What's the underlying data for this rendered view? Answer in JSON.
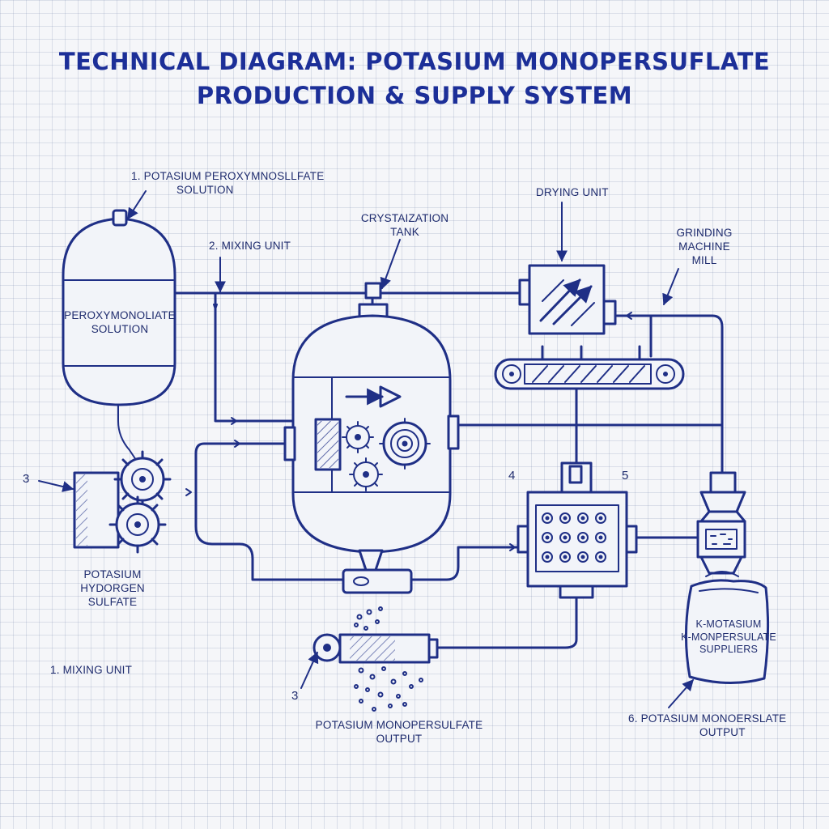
{
  "title": {
    "line1": "TECHNICAL DIAGRAM: POTASIUM MONOPERSUFLATE",
    "line2": "PRODUCTION & SUPPLY SYSTEM"
  },
  "labels": {
    "peroxy_feed_line1": "1.  POTASIUM PEROXYMNOSLLFATE",
    "peroxy_feed_line2": "SOLUTION",
    "tank_line1": "PEROXYMONOLIATE",
    "tank_line2": "SOLUTION",
    "mixing_unit_2": "2.  MIXING UNIT",
    "crystallization_line1": "CRYSTAIZATION",
    "crystallization_line2": "TANK",
    "drying_unit": "DRYING UNIT",
    "grinding_line1": "GRINDING",
    "grinding_line2": "MACHINE",
    "grinding_line3": "MILL",
    "marker_3_left": "3",
    "marker_4": "4",
    "marker_5": "5",
    "marker_3_bottom": "3",
    "hydrogen_line1": "POTASIUM",
    "hydrogen_line2": "HYDORGEN",
    "hydrogen_line3": "SULFATE",
    "mixing_unit_1": "1.  MIXING UNIT",
    "output_center_line1": "POTASIUM MONOPERSULFATE",
    "output_center_line2": "OUTPUT",
    "bag_line1": "K-MOTASIUM",
    "bag_line2": "K-MONPERSULATE",
    "bag_line3": "SUPPLIERS",
    "output_right_line1": "6.  POTASIUM MONOERSLATE",
    "output_right_line2": "OUTPUT"
  },
  "colors": {
    "ink": "#1f2f86",
    "title": "#1c2f98",
    "paper": "#f5f6f9",
    "grid": "#8795b0"
  }
}
